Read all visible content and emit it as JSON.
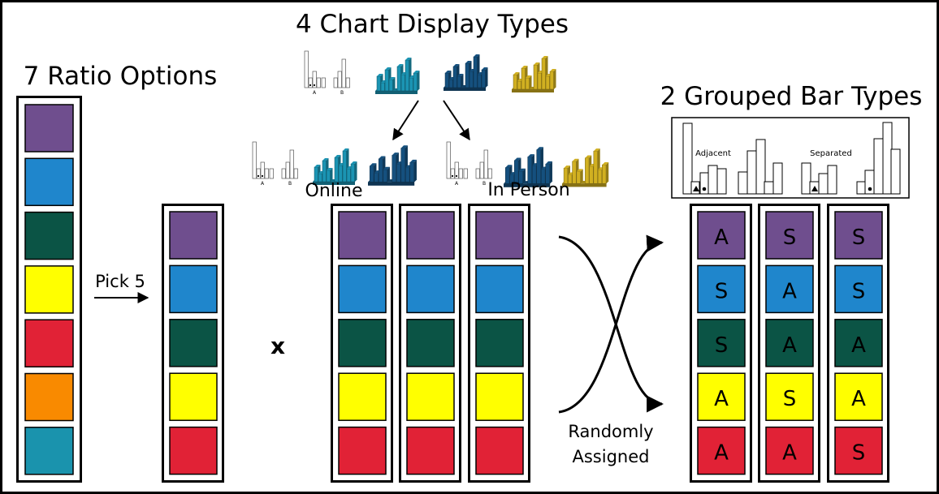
{
  "headings": {
    "ratio_options": "7 Ratio Options",
    "chart_display_types": "4 Chart Display Types",
    "grouped_bar_types": "2 Grouped Bar Types"
  },
  "labels": {
    "pick": "Pick 5",
    "multiply": "x",
    "online": "Online",
    "in_person": "In Person",
    "randomly_line1": "Randomly",
    "randomly_line2": "Assigned",
    "adjacent": "Adjacent",
    "separated": "Separated",
    "tick_a": "A",
    "tick_b": "B"
  },
  "ratio_colors": [
    "#6f4e8e",
    "#1f86cc",
    "#0b5445",
    "#ffff00",
    "#e12236",
    "#f98a00",
    "#1a93ad"
  ],
  "picked_colors": [
    "#6f4e8e",
    "#1f86cc",
    "#0b5445",
    "#ffff00",
    "#e12236"
  ],
  "chart_colors": {
    "paper": "#ffffff",
    "teal": "#1b94b3",
    "navy": "#15507e",
    "gold": "#d1b021"
  },
  "assignments": [
    [
      "A",
      "S",
      "S",
      "A",
      "A"
    ],
    [
      "S",
      "A",
      "A",
      "S",
      "A"
    ],
    [
      "S",
      "S",
      "A",
      "A",
      "S"
    ]
  ]
}
